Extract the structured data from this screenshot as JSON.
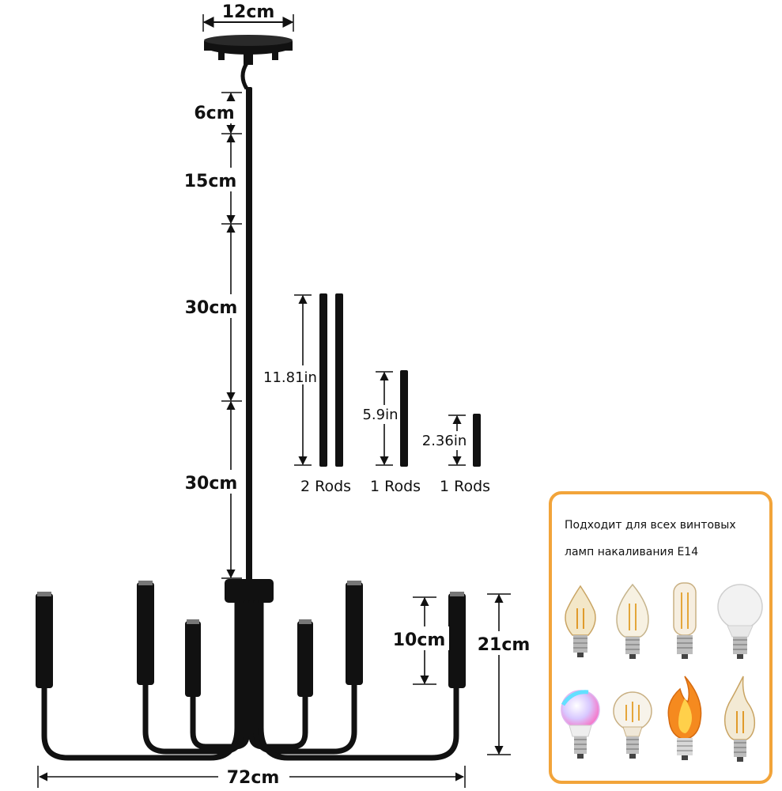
{
  "colors": {
    "metal": "#111111",
    "panel_border": "#f2a43a",
    "text": "#111111"
  },
  "dimensions": {
    "canopy_width": "12cm",
    "seg_1": "6cm",
    "seg_2": "15cm",
    "seg_3": "30cm",
    "seg_4": "30cm",
    "arm_short": "10cm",
    "fixture_height": "21cm",
    "total_width": "72cm"
  },
  "rods": [
    {
      "length": "11.81in",
      "qty": "2 Rods"
    },
    {
      "length": "5.9in",
      "qty": "1 Rods"
    },
    {
      "length": "2.36in",
      "qty": "1 Rods"
    }
  ],
  "bulb_panel": {
    "line1": "Подходит для всех винтовых",
    "line2": "ламп накаливания E14",
    "bulb_icons": [
      "candle-tip-filament-bulb-icon",
      "candle-filament-bulb-icon",
      "tubular-filament-bulb-icon",
      "globe-led-bulb-icon",
      "rgb-led-bulb-icon",
      "globe-filament-bulb-icon",
      "flame-effect-bulb-icon",
      "bent-tip-filament-bulb-icon"
    ]
  }
}
